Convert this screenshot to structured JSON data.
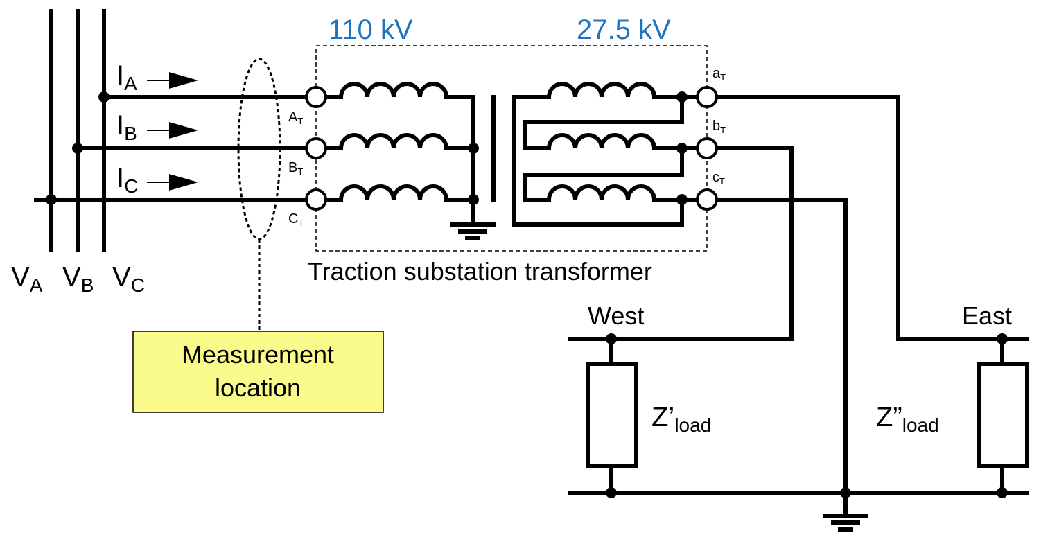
{
  "labels": {
    "hv_voltage": "110 kV",
    "lv_voltage": "27.5 kV",
    "transformer_caption": "Traction substation transformer",
    "measurement_line1": "Measurement",
    "measurement_line2": "location",
    "west": "West",
    "east": "East"
  },
  "currents": [
    {
      "main": "I",
      "sub": "A"
    },
    {
      "main": "I",
      "sub": "B"
    },
    {
      "main": "I",
      "sub": "C"
    }
  ],
  "voltages": [
    {
      "main": "V",
      "sub": "A"
    },
    {
      "main": "V",
      "sub": "B"
    },
    {
      "main": "V",
      "sub": "C"
    }
  ],
  "primary_terminals": [
    {
      "main": "A",
      "sub": "T"
    },
    {
      "main": "B",
      "sub": "T"
    },
    {
      "main": "C",
      "sub": "T"
    }
  ],
  "secondary_terminals": [
    {
      "main": "a",
      "sub": "T"
    },
    {
      "main": "b",
      "sub": "T"
    },
    {
      "main": "c",
      "sub": "T"
    }
  ],
  "loads": [
    {
      "main": "Z’",
      "sub": "load"
    },
    {
      "main": "Z”",
      "sub": "load"
    }
  ],
  "colors": {
    "voltage_label": "#1f74c2",
    "measurement_fill": "#fbfb8c"
  }
}
